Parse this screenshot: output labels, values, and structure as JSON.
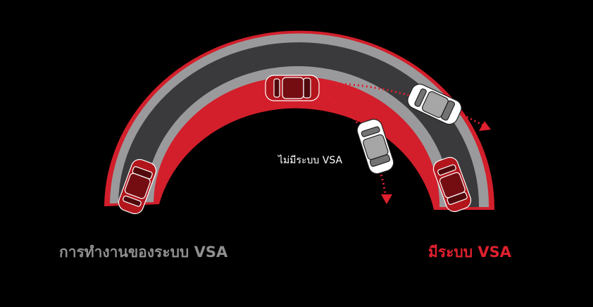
{
  "labels": {
    "title": "การทำงานของระบบ VSA",
    "with_vsa": "มีระบบ VSA",
    "without_vsa": "ไม่มีระบบ VSA"
  },
  "colors": {
    "background": "#000000",
    "road_border": "#d21f2b",
    "road_outer": "#9a9a9c",
    "road_lane": "#3a3a3c",
    "car_vsa": "#b3151c",
    "car_no_vsa": "#ffffff",
    "path_dots": "#e0202e",
    "title_text": "#8f8f8f",
    "with_vsa_text": "#e0202e"
  }
}
